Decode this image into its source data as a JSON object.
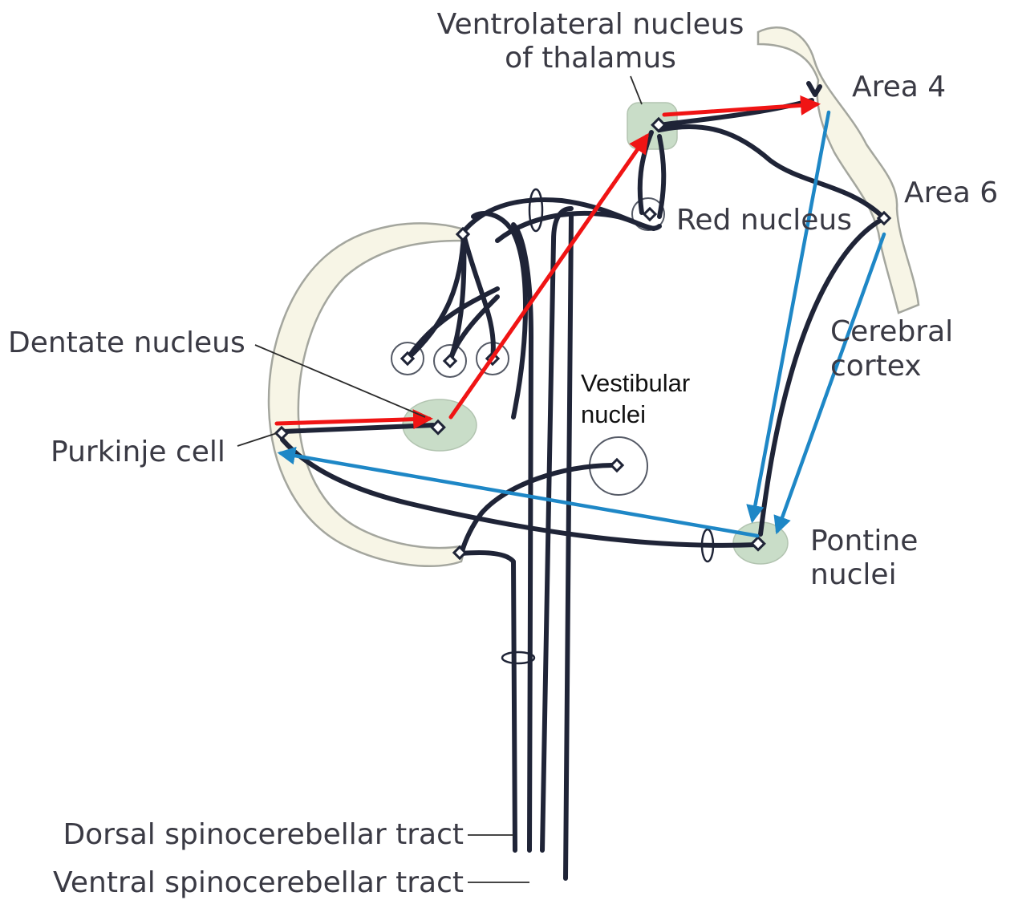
{
  "labels": {
    "ventrolateral_nucleus_line1": "Ventrolateral nucleus",
    "ventrolateral_nucleus_line2": "of thalamus",
    "area4": "Area 4",
    "area6": "Area 6",
    "red_nucleus": "Red nucleus",
    "cerebral_cortex_line1": "Cerebral",
    "cerebral_cortex_line2": "cortex",
    "dentate_nucleus": "Dentate nucleus",
    "vestibular_nuclei_line1": "Vestibular",
    "vestibular_nuclei_line2": "nuclei",
    "purkinje_cell": "Purkinje cell",
    "pontine_nuclei_line1": "Pontine",
    "pontine_nuclei_line2": "nuclei",
    "dorsal_tract": "Dorsal spinocerebellar tract",
    "ventral_tract": "Ventral spinocerebellar tract"
  },
  "colors": {
    "efferent_pathway_arrows": "#f01414",
    "afferent_pathway_arrows": "#1e87c6",
    "nerve_fibers": "#1f2437",
    "nuclei_fill": "#c9ddc8",
    "cortex_fill": "#f7f5e6"
  }
}
